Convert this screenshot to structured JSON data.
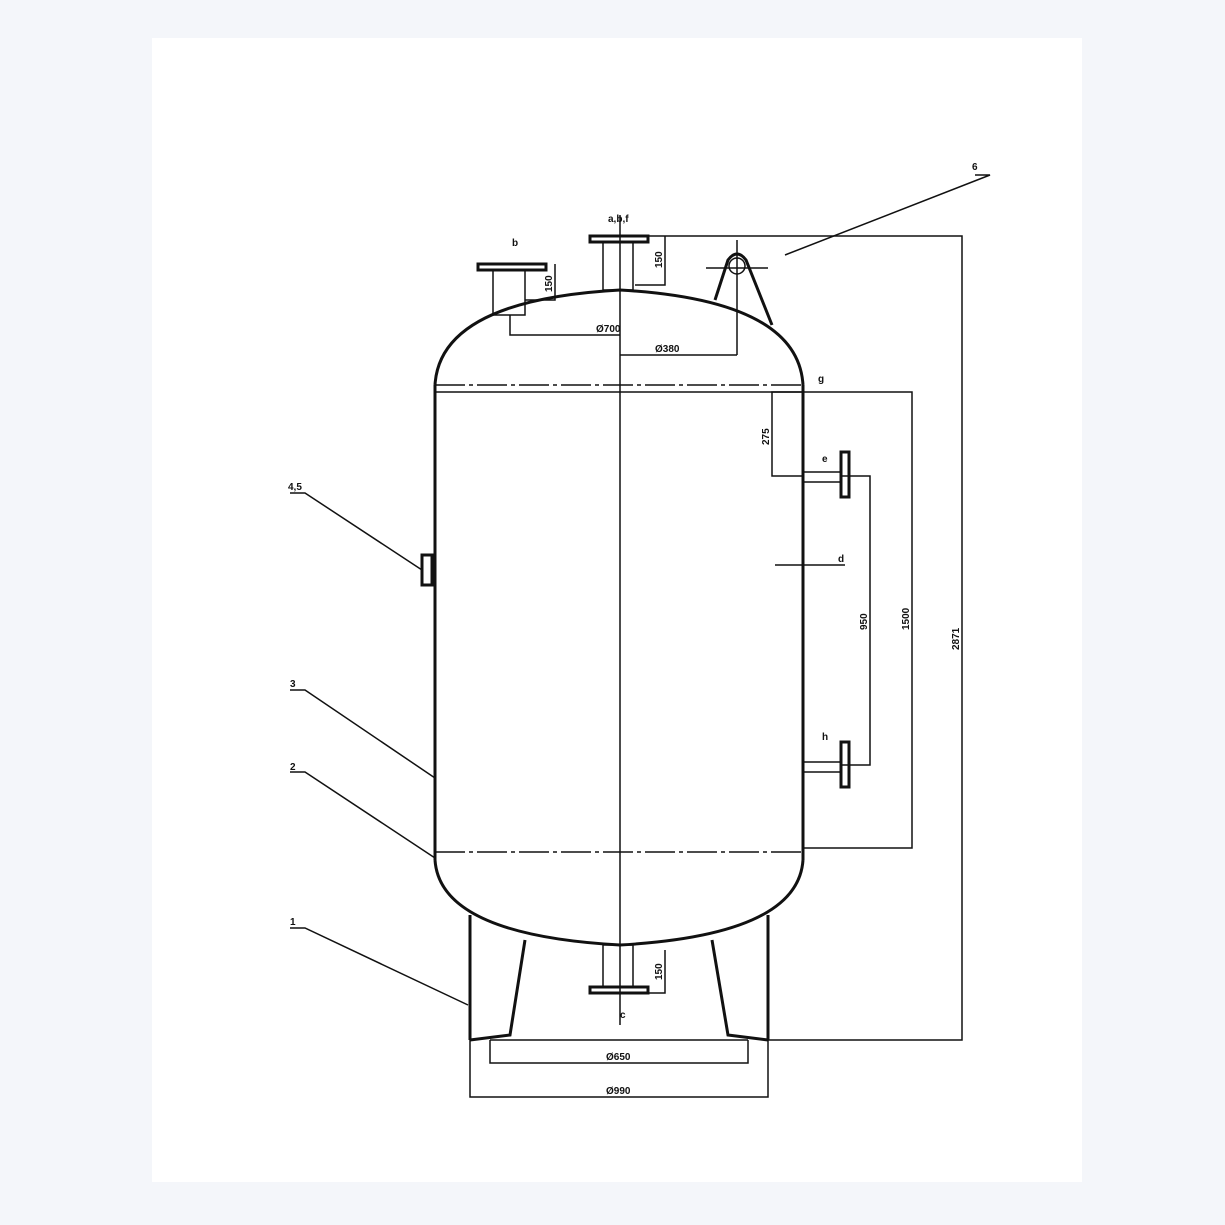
{
  "labels": {
    "top_nozzle": "a,b,f",
    "left_nozzle": "b",
    "lug_item": "6",
    "upper_seam": "g",
    "side_upper": "e",
    "side_mid": "d",
    "side_lower": "h",
    "bottom_nozzle": "c",
    "item_45": "4,5",
    "item_3": "3",
    "item_2": "2",
    "item_1": "1"
  },
  "dims": {
    "nozzle_h1": "150",
    "nozzle_h2": "150",
    "nozzle_h3": "150",
    "d_700": "Ø700",
    "d_380": "Ø380",
    "d275": "275",
    "d950": "950",
    "d1500": "1500",
    "total": "2871",
    "d_650": "Ø650",
    "d_990": "Ø990"
  }
}
